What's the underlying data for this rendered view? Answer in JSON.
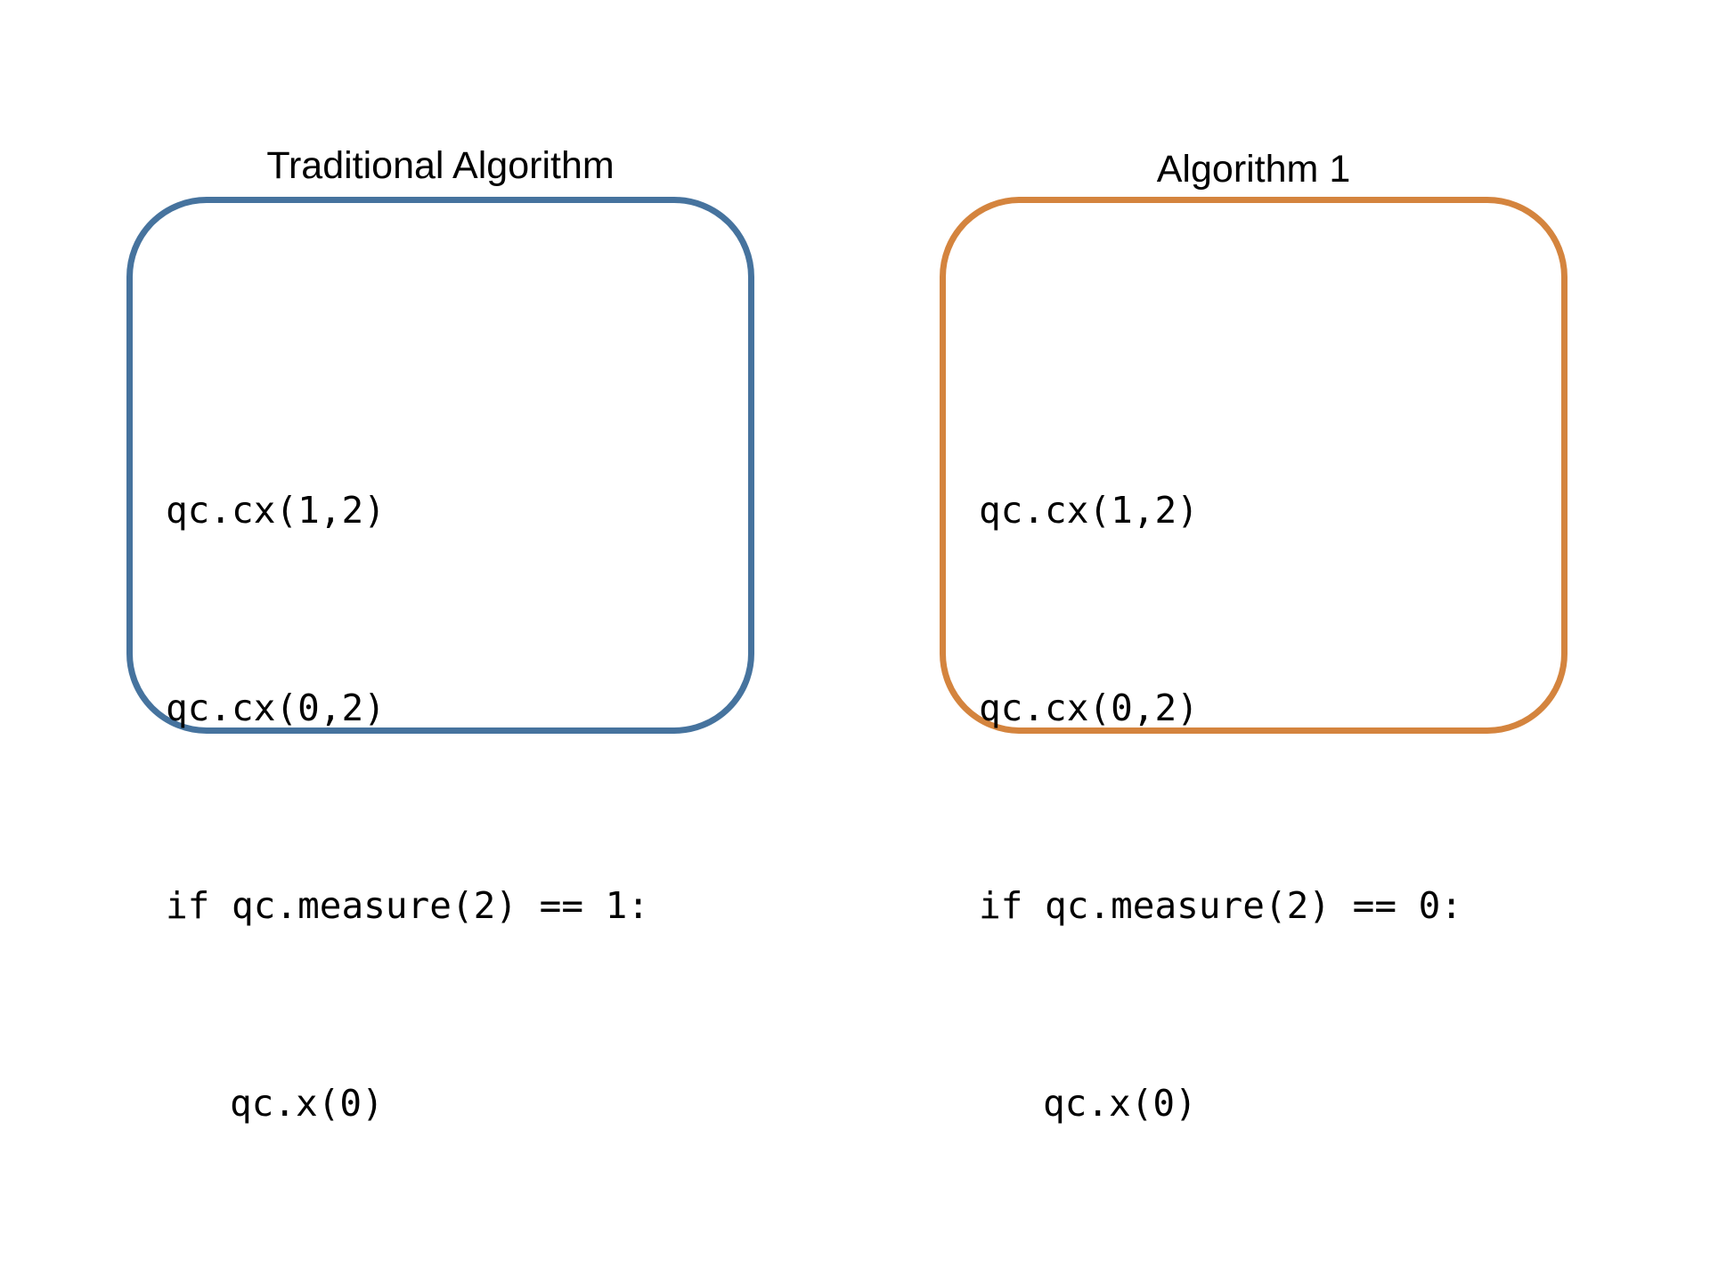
{
  "colors": {
    "left_border": "#46739e",
    "right_border": "#d4843e"
  },
  "left_panel": {
    "title": "Traditional Algorithm",
    "lines": [
      "qc.cx(1,2)",
      "qc.cx(0,2)",
      "if qc.measure(2) == 1:",
      "qc.x(0)"
    ]
  },
  "right_panel": {
    "title": "Algorithm 1",
    "lines": [
      "qc.cx(1,2)",
      "qc.cx(0,2)",
      "if qc.measure(2) == 0:",
      "qc.x(0)"
    ]
  }
}
